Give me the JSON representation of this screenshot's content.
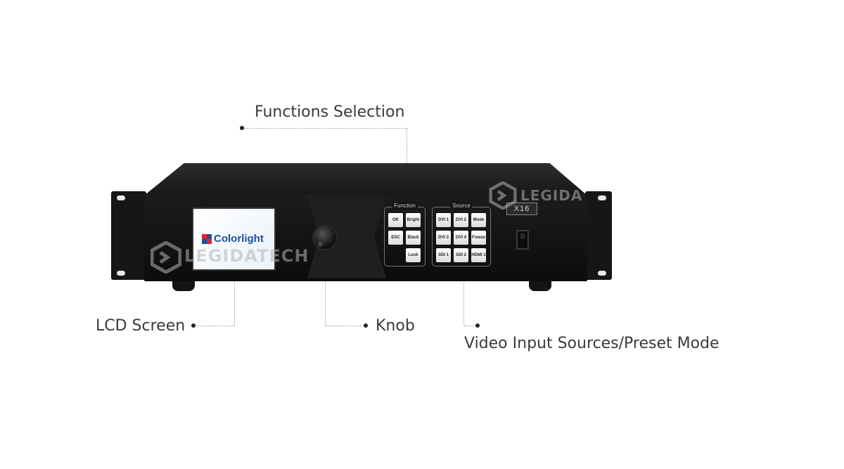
{
  "callouts": {
    "functions_selection": "Functions Selection",
    "lcd_screen": "LCD Screen",
    "knob": "Knob",
    "video_input": "Video Input Sources/Preset Mode"
  },
  "device": {
    "lcd_logo": "Colorlight",
    "model": "X16",
    "registered_mark": "®",
    "function_panel": {
      "title": "Function",
      "keys": [
        "OK",
        "Bright",
        "ESC",
        "Black",
        "Lock"
      ]
    },
    "source_panel": {
      "title": "Source",
      "keys": [
        "DVI 1",
        "DVI 2",
        "Mode",
        "DVI 3",
        "DVI 4",
        "Freeze",
        "SDI 1",
        "SDI 2",
        "HDMI 1"
      ]
    }
  },
  "watermark": {
    "left": "LEGIDATECH",
    "right": "LEGIDA"
  },
  "colors": {
    "background": "#ffffff",
    "label_text": "#3a3a3a",
    "device_body": "#141414",
    "logo_blue": "#1f4fa0",
    "logo_red": "#d8262c"
  }
}
